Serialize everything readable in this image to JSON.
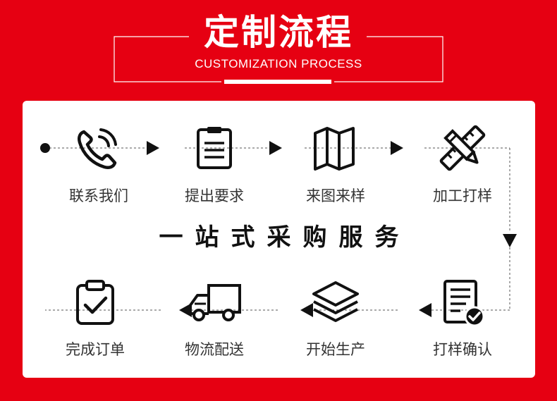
{
  "header": {
    "title": "定制流程",
    "subtitle": "CUSTOMIZATION PROCESS"
  },
  "slogan": "一站式采购服务",
  "steps_top": [
    {
      "label": "联系我们",
      "icon": "phone-icon"
    },
    {
      "label": "提出要求",
      "icon": "clipboard-icon"
    },
    {
      "label": "来图来样",
      "icon": "map-icon"
    },
    {
      "label": "加工打样",
      "icon": "pencil-ruler-icon"
    }
  ],
  "steps_bottom": [
    {
      "label": "打样确认",
      "icon": "checklist-icon"
    },
    {
      "label": "开始生产",
      "icon": "layers-icon"
    },
    {
      "label": "物流配送",
      "icon": "truck-icon"
    },
    {
      "label": "完成订单",
      "icon": "clipboard-check-icon"
    }
  ],
  "colors": {
    "brand": "#e60012",
    "card": "#ffffff",
    "ink": "#1a1a1a"
  }
}
